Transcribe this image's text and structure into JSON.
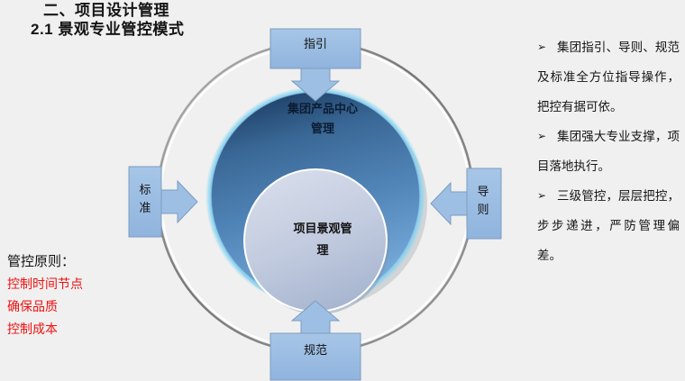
{
  "slide": {
    "background_color": "#f0f0f0",
    "title_main": "二、项目设计管理",
    "title_sub": "2.1 景观专业管控模式"
  },
  "principles": {
    "heading": "管控原则：",
    "color": "#ee1111",
    "items": [
      "控制时间节点",
      "确保品质",
      "控制成本"
    ]
  },
  "bullets": {
    "marker": "➢",
    "items": [
      "集团指引、导则、规范及标准全方位指导操作，把控有据可依。",
      "集团强大专业支撑，项目落地执行。",
      "三级管控，层层把控，步步递进，严防管理偏差。"
    ]
  },
  "diagram": {
    "outer_ring_color": "#8a8a8a",
    "circle_outer": {
      "label_line1": "集团产品中心",
      "label_line2": "管理",
      "fill_top": "#24486f",
      "fill_bottom": "#5f94c8",
      "rim_color": "#7fd4f0"
    },
    "circle_inner": {
      "label_line1": "项目景观管",
      "label_line2": "理",
      "fill_top": "#ced6e6",
      "fill_bottom": "#a9b7d0"
    },
    "boxes": {
      "top": {
        "label": "指引",
        "direction": "down"
      },
      "bottom": {
        "label": "规范",
        "direction": "up"
      },
      "left": {
        "label_char1": "标",
        "label_char2": "准",
        "direction": "right"
      },
      "right": {
        "label_char1": "导",
        "label_char2": "则",
        "direction": "left"
      }
    },
    "box_fill": "#9dbfe3",
    "box_stroke": "#7d9cbf"
  }
}
